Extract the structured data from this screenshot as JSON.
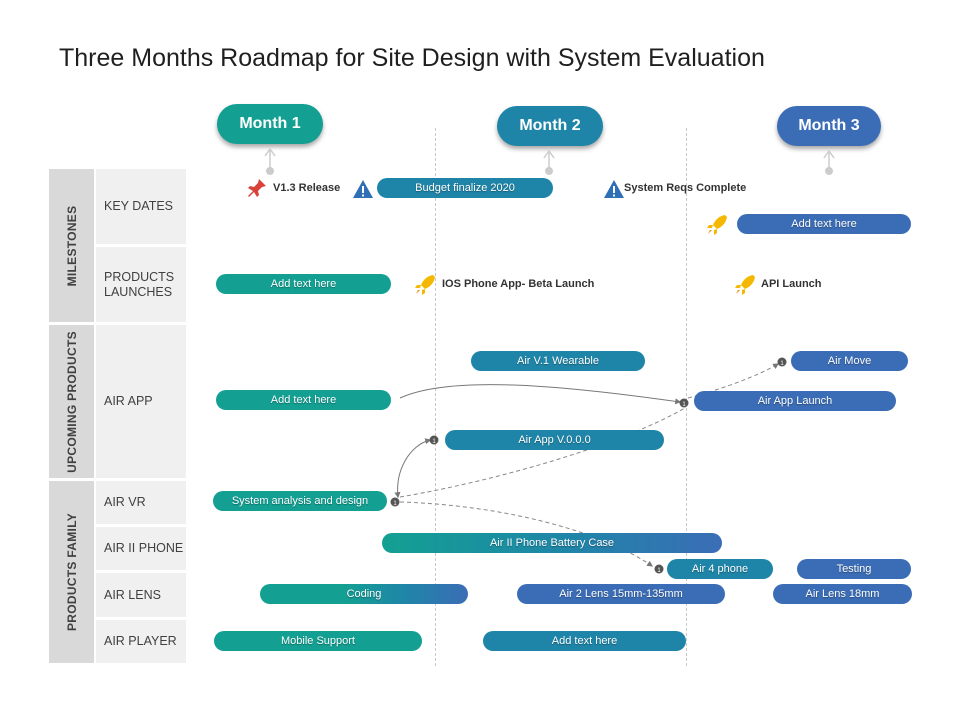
{
  "title": "Three Months Roadmap for Site Design with System Evaluation",
  "months": [
    "Month 1",
    "Month 2",
    "Month 3"
  ],
  "groups": {
    "milestones": "MILESTONES",
    "upcoming": "UPCOMING PRODUCTS",
    "family": "PRODUCTS  FAMILY"
  },
  "rows": {
    "key_dates": "KEY DATES",
    "products_launches": "PRODUCTS LAUNCHES",
    "air_app": "AIR APP",
    "air_vr": "AIR VR",
    "air_ii_phone": "AIR II PHONE",
    "air_lens": "AIR LENS",
    "air_player": "AIR PLAYER"
  },
  "milestones": {
    "v13_release": "V1.3 Release",
    "budget": "Budget finalize 2020",
    "system_reqs": "System Reqs Complete",
    "add_text_key": "Add text here",
    "add_text_launch": "Add text here",
    "ios_launch": "IOS Phone App- Beta Launch",
    "api_launch": "API Launch"
  },
  "bars": {
    "air_v1_wearable": "Air V.1 Wearable",
    "air_move": "Air Move",
    "add_text_air_app": "Add text here",
    "air_app_launch": "Air App Launch",
    "air_app_v000": "Air App V.0.0.0",
    "system_analysis": "System analysis and design",
    "battery_case": "Air II Phone Battery Case",
    "air4_phone": "Air 4 phone",
    "testing": "Testing",
    "coding": "Coding",
    "air2_lens": "Air 2 Lens 15mm-135mm",
    "air_lens_18": "Air Lens 18mm",
    "mobile_support": "Mobile Support",
    "add_text_player": "Add text here"
  },
  "colors": {
    "month1": "#13a092",
    "month2": "#1f85a8",
    "month3": "#3b6db6",
    "group_bg": "#d9d9d9",
    "row_bg": "#f0f0f0",
    "warning": "#2f6fb5",
    "pin": "#d9413b",
    "rocket": "#f5b800"
  }
}
